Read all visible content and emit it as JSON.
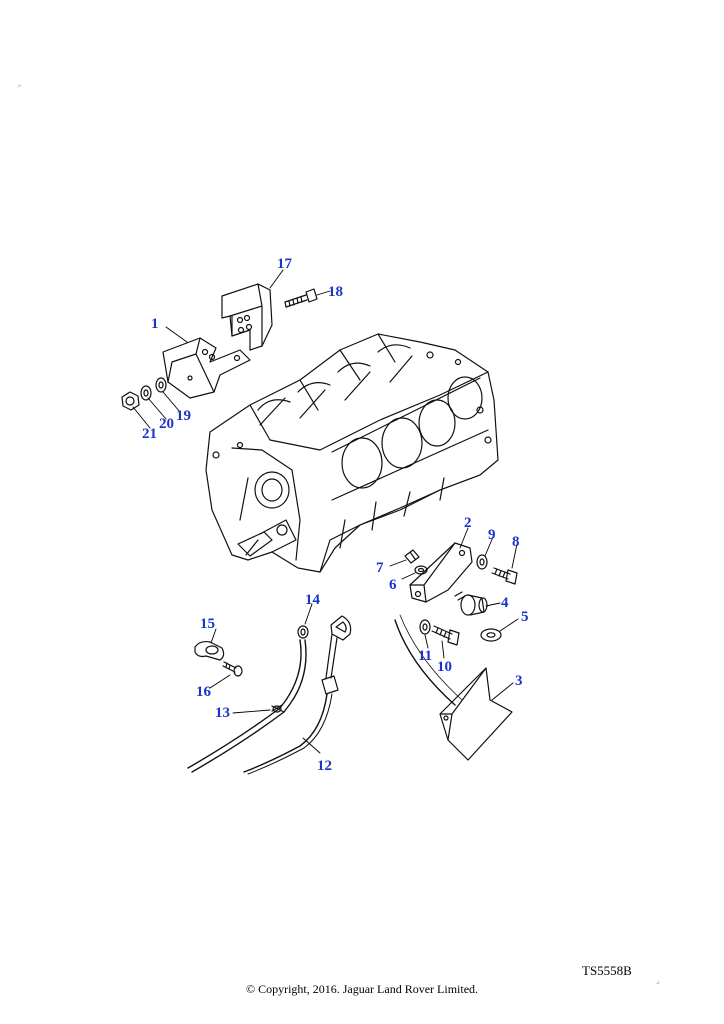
{
  "colors": {
    "callout": "#1a33cc",
    "leader": "#000000",
    "line": "#111111"
  },
  "callouts": [
    {
      "n": "1"
    },
    {
      "n": "2"
    },
    {
      "n": "3"
    },
    {
      "n": "4"
    },
    {
      "n": "5"
    },
    {
      "n": "6"
    },
    {
      "n": "7"
    },
    {
      "n": "8"
    },
    {
      "n": "9"
    },
    {
      "n": "10"
    },
    {
      "n": "11"
    },
    {
      "n": "12"
    },
    {
      "n": "13"
    },
    {
      "n": "14"
    },
    {
      "n": "15"
    },
    {
      "n": "16"
    },
    {
      "n": "17"
    },
    {
      "n": "18"
    },
    {
      "n": "19"
    },
    {
      "n": "20"
    },
    {
      "n": "21"
    }
  ],
  "footer": {
    "ref": "TS5558B",
    "copyright": "© Copyright, 2016. Jaguar Land Rover Limited."
  }
}
